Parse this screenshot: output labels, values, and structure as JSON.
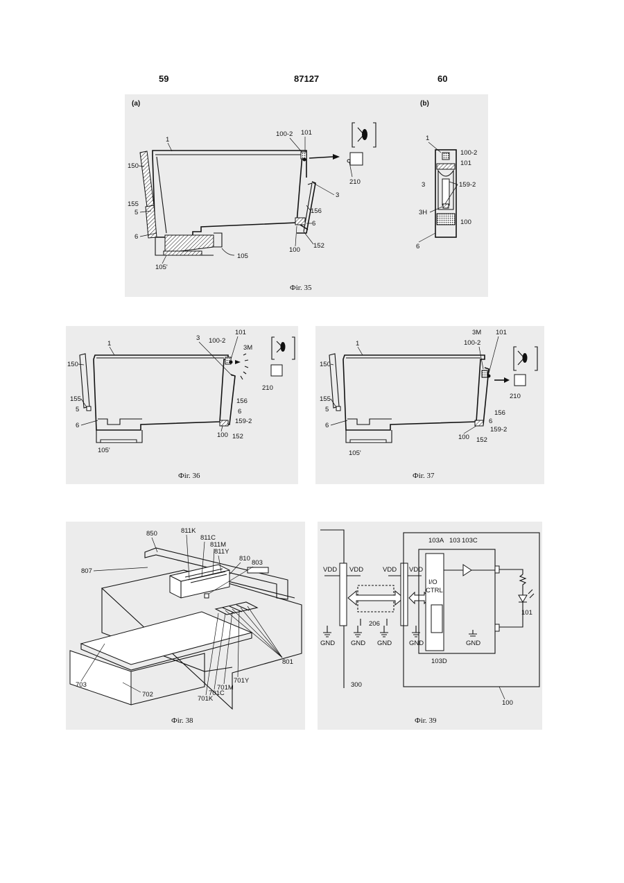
{
  "header": {
    "page_left": "59",
    "doc_number": "87127",
    "page_right": "60"
  },
  "fig35": {
    "sub_a": "(a)",
    "sub_b": "(b)",
    "caption": "Фіг. 35",
    "labels_a": {
      "l1": "1",
      "l100_2": "100-2",
      "l101": "101",
      "l150": "150",
      "l155": "155",
      "l5": "5",
      "l6a": "6",
      "l3": "3",
      "l156": "156",
      "l6b": "6",
      "l210": "210",
      "l100": "100",
      "l152": "152",
      "l105": "105",
      "l105p": "105'"
    },
    "labels_b": {
      "l1": "1",
      "l100_2": "100-2",
      "l101": "101",
      "l3": "3",
      "l159_2": "159-2",
      "l3h": "3H",
      "l100": "100",
      "l6": "6"
    }
  },
  "fig36": {
    "caption": "Фіг. 36",
    "labels": {
      "l1": "1",
      "l3": "3",
      "l100_2": "100-2",
      "l101": "101",
      "l3m": "3M",
      "l150": "150",
      "l155": "155",
      "l5": "5",
      "l6a": "6",
      "l156": "156",
      "l6b": "6",
      "l159_2": "159-2",
      "l100": "100",
      "l152": "152",
      "l105p": "105'",
      "l210": "210"
    }
  },
  "fig37": {
    "caption": "Фіг. 37",
    "labels": {
      "l1": "1",
      "l3m": "3M",
      "l100_2": "100-2",
      "l101": "101",
      "l150": "150",
      "l155": "155",
      "l5": "5",
      "l6a": "6",
      "l156": "156",
      "l6b": "6",
      "l159_2": "159-2",
      "l100": "100",
      "l152": "152",
      "l105p": "105'",
      "l210": "210"
    }
  },
  "fig38": {
    "caption": "Фіг. 38",
    "labels": {
      "l850": "850",
      "l811k": "811K",
      "l811c": "811C",
      "l811m": "811M",
      "l811y": "811Y",
      "l810": "810",
      "l803": "803",
      "l807": "807",
      "l801": "801",
      "l701y": "701Y",
      "l701m": "701M",
      "l701c": "701C",
      "l701k": "701K",
      "l703": "703",
      "l702": "702"
    }
  },
  "fig39": {
    "caption": "Фіг. 39",
    "labels": {
      "vdd1": "VDD",
      "vdd2": "VDD",
      "vdd3": "VDD",
      "vdd4": "VDD",
      "gnd1": "GND",
      "gnd2": "GND",
      "gnd3": "GND",
      "gnd4": "GND",
      "gnd5": "GND",
      "l206": "206",
      "l300": "300",
      "l103a": "103A",
      "l103": "103",
      "l103c": "103C",
      "io1": "I/O",
      "io2": "CTRL",
      "l103d": "103D",
      "l101": "101",
      "l100": "100"
    }
  }
}
